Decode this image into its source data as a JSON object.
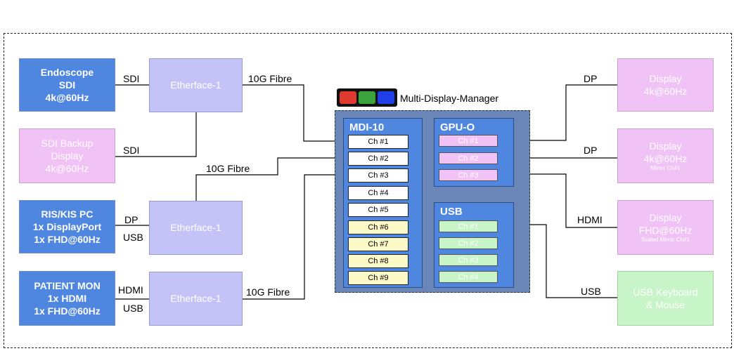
{
  "sources": {
    "endoscope": [
      "Endoscope",
      "SDI",
      "4k@60Hz"
    ],
    "sdi_backup": [
      "SDI Backup",
      "Display",
      "4k@60Hz"
    ],
    "ris_kis": [
      "RIS/KIS PC",
      "1x DisplayPort",
      "1x FHD@60Hz"
    ],
    "patient_mon": [
      "PATIENT MON",
      "1x HDMI",
      "1x FHD@60Hz"
    ]
  },
  "etherface_label": "Etherface-1",
  "links": {
    "sdi_1": "SDI",
    "sdi_2": "SDI",
    "dp_left": "DP",
    "usb_left_1": "USB",
    "hdmi_left": "HDMI",
    "usb_left_2": "USB",
    "fibre_1": "10G Fibre",
    "fibre_2": "10G Fibre",
    "fibre_3": "10G Fibre",
    "dp_right_1": "DP",
    "dp_right_2": "DP",
    "hdmi_right": "HDMI",
    "usb_right": "USB"
  },
  "manager": {
    "title": "Multi-Display-Manager",
    "logo_colors": [
      "#e03a2e",
      "#3ba33b",
      "#1f3fe8"
    ],
    "mdi": {
      "title": "MDI-10",
      "channels": [
        "Ch #1",
        "Ch #2",
        "Ch #3",
        "Ch #4",
        "Ch #5",
        "Ch #6",
        "Ch #7",
        "Ch #8",
        "Ch #9"
      ]
    },
    "gpu": {
      "title": "GPU-O",
      "channels": [
        "Ch #1",
        "Ch #2",
        "Ch #3"
      ]
    },
    "usb": {
      "title": "USB",
      "channels": [
        "Ch #1",
        "Ch #2",
        "Ch #3",
        "Ch #4"
      ]
    }
  },
  "displays": {
    "d1": [
      "Display",
      "4k@60Hz"
    ],
    "d2": [
      "Display",
      "4k@60Hz"
    ],
    "d2_note": "Mirror Ch#1",
    "d3": [
      "Display",
      "FHD@60Hz"
    ],
    "d3_note": "Scaled Mirror Ch#1",
    "kbd": [
      "USB Keyboard",
      "& Mouse"
    ]
  }
}
